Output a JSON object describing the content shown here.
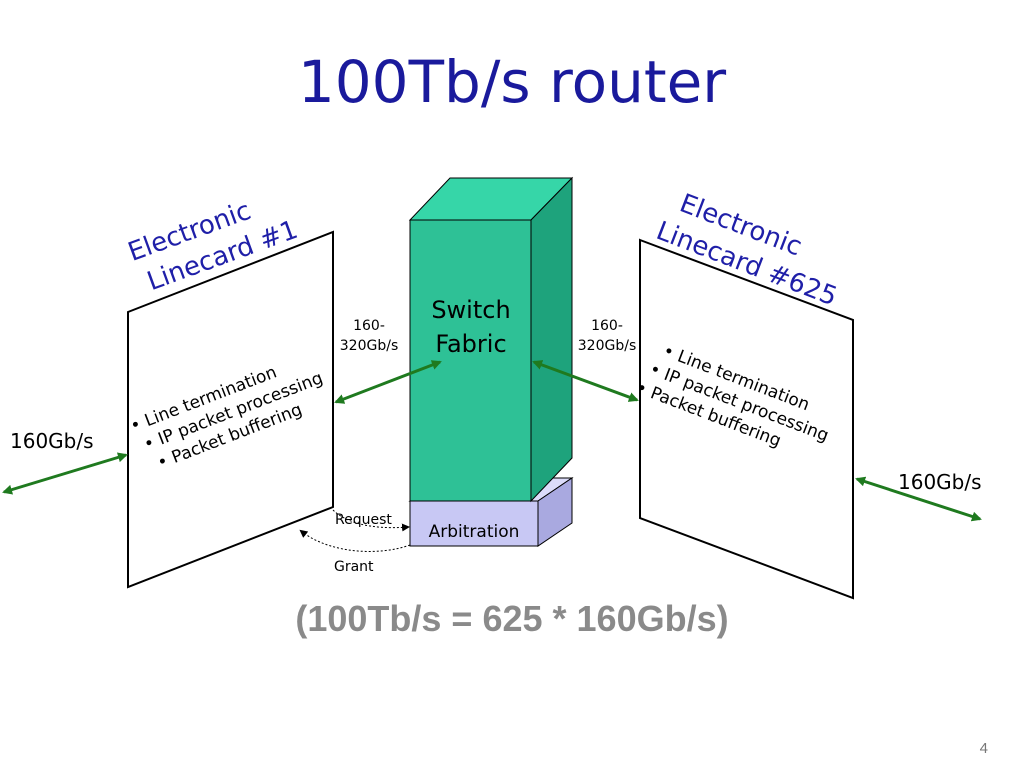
{
  "title": "100Tb/s router",
  "linecard_left": {
    "name_line1": "Electronic",
    "name_line2": "Linecard #1",
    "bullets": [
      "• Line termination",
      "• IP packet processing",
      "• Packet buffering"
    ]
  },
  "linecard_right": {
    "name_line1": "Electronic",
    "name_line2": "Linecard #625",
    "bullets": [
      "• Line termination",
      "• IP packet processing",
      "• Packet buffering"
    ]
  },
  "switch_fabric": {
    "line1": "Switch",
    "line2": "Fabric"
  },
  "arbitration": "Arbitration",
  "rates": {
    "left_external": "160Gb/s",
    "right_external": "160Gb/s",
    "left_fabric_line1": "160-",
    "left_fabric_line2": "320Gb/s",
    "right_fabric_line1": "160-",
    "right_fabric_line2": "320Gb/s"
  },
  "signals": {
    "request": "Request",
    "grant": "Grant"
  },
  "equation": "(100Tb/s = 625 * 160Gb/s)",
  "page_number": "4",
  "colors": {
    "title": "#1a1a9c",
    "fabric_front": "#2ec196",
    "fabric_top": "#36d6a8",
    "fabric_side": "#1ea37c",
    "arbitration": "#c8c8f4",
    "arrows": "#1f7a1f",
    "equation": "#8a8a8a"
  }
}
